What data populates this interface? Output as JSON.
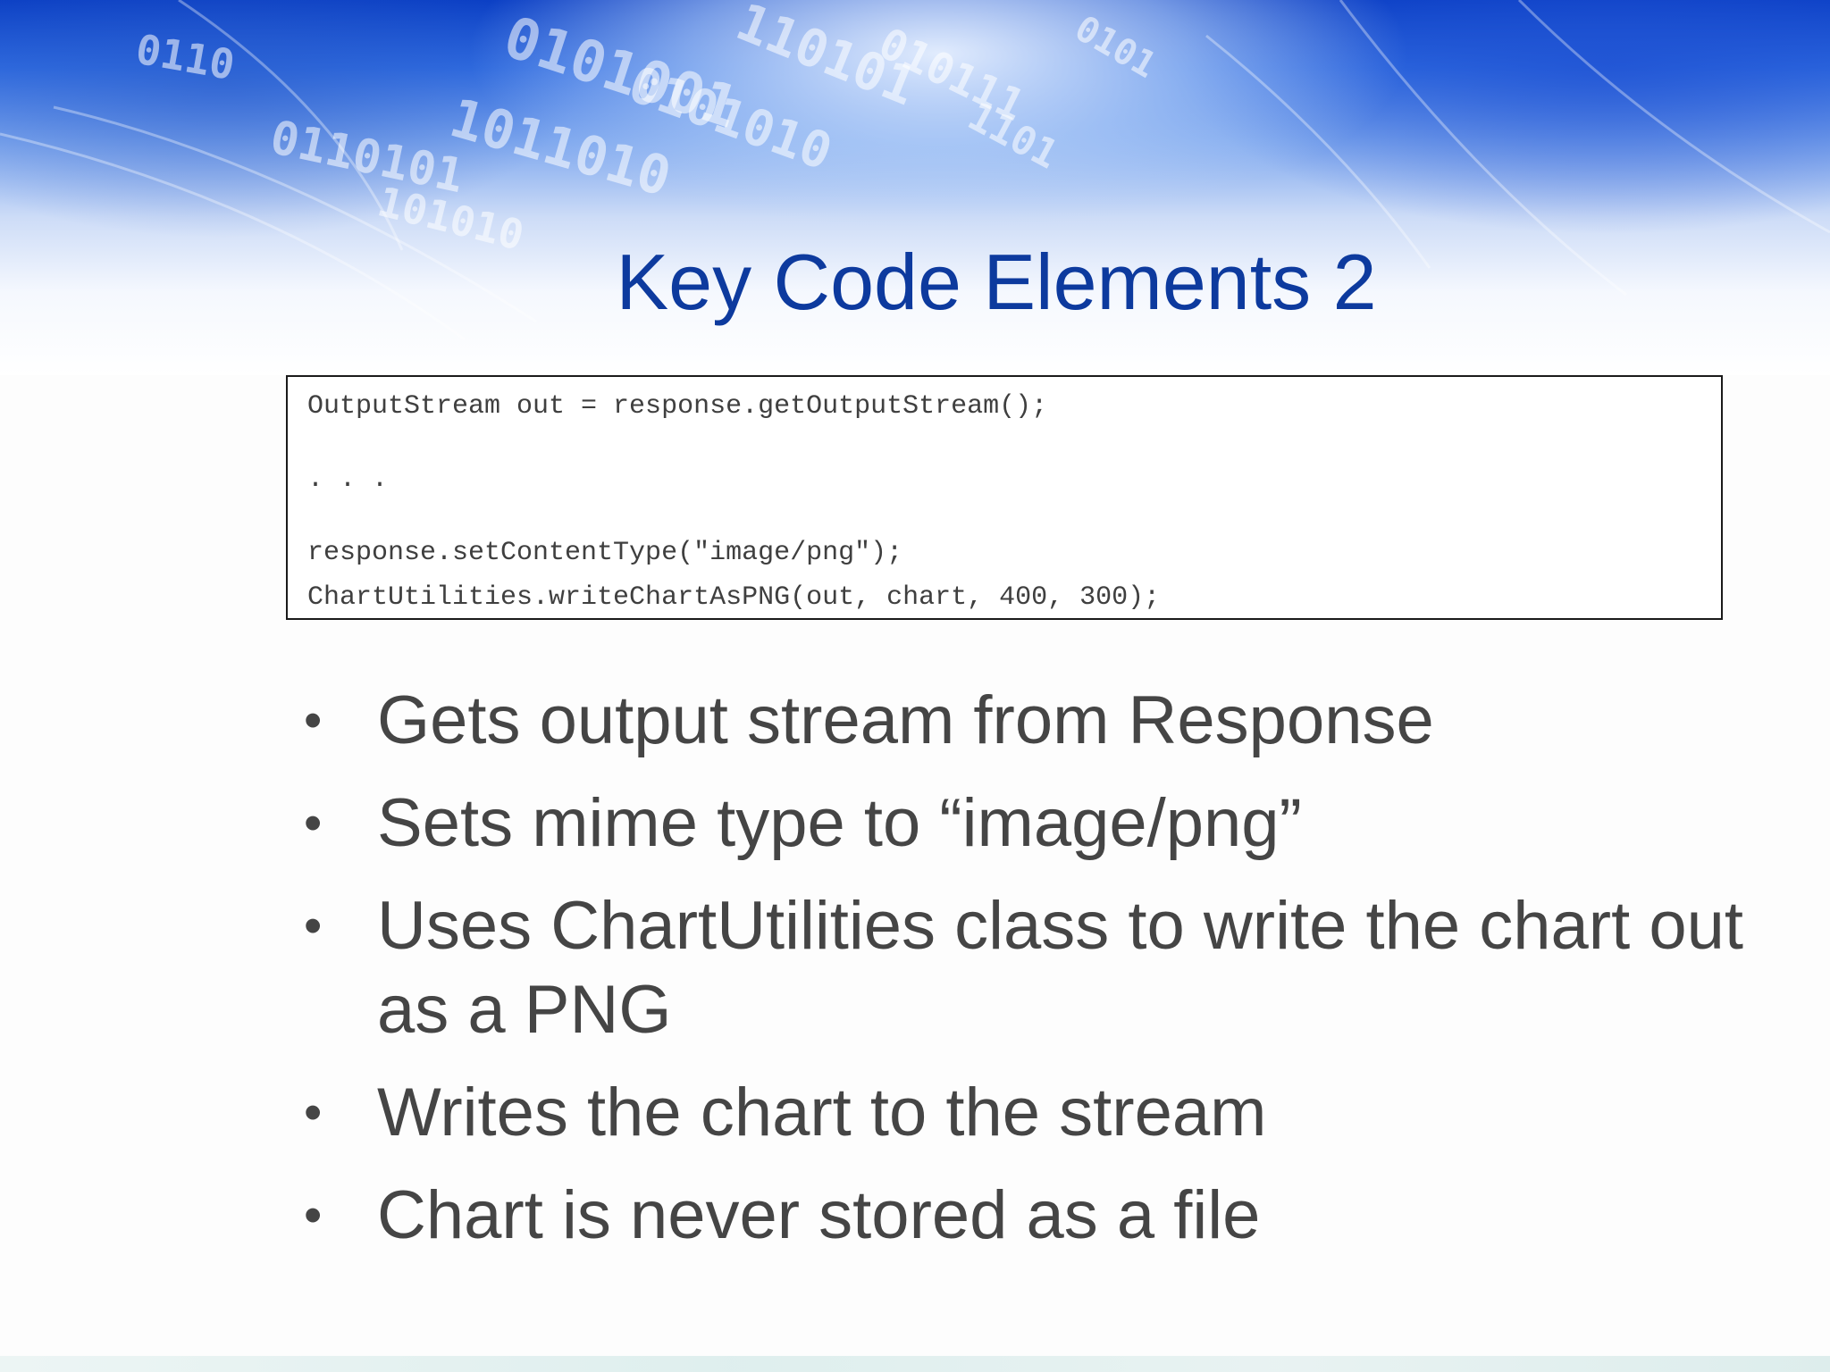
{
  "slide": {
    "title": "Key Code Elements 2",
    "code_lines": [
      "OutputStream out = response.getOutputStream();",
      ". . .",
      "response.setContentType(\"image/png\");",
      "ChartUtilities.writeChartAsPNG(out, chart, 400, 300);"
    ],
    "bullet_glyph": "•",
    "bullets": [
      "Gets output stream from Response",
      "Sets mime type to “image/png”",
      "Uses ChartUtilities class to write the chart out as a PNG",
      "Writes the chart to the stream",
      "Chart is never stored as a file"
    ],
    "colors": {
      "title": "#0d3a9e",
      "body_text": "#454545",
      "code_text": "#3f3f3f",
      "banner_blue": "#0a3ec4"
    }
  }
}
